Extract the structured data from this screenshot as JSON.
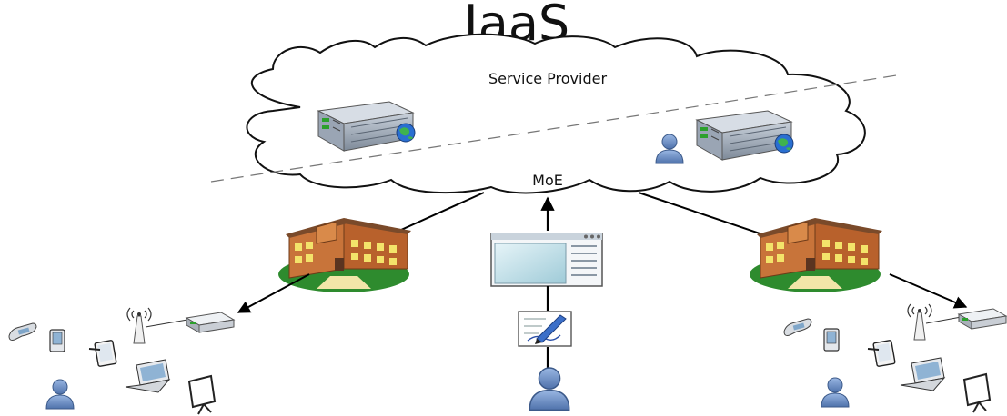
{
  "diagram": {
    "title": "IaaS",
    "cloud_top_label": "Service Provider",
    "cloud_bottom_label": "MoE"
  },
  "icons": {
    "server": "server-icon",
    "globe": "globe-icon",
    "user": "user-icon",
    "school": "school-building-icon",
    "window": "application-window-icon",
    "document": "document-sign-icon",
    "antenna": "wireless-antenna-icon",
    "router": "router-icon",
    "phone": "mobile-phone-icon",
    "pda": "pda-icon",
    "tablet": "tablet-icon",
    "laptop": "laptop-icon",
    "board": "presentation-board-icon"
  },
  "colors": {
    "server_body": "#8a96a6",
    "school_wall": "#c8743a",
    "school_roof": "#7a4a2a",
    "lawn": "#2e8b2e",
    "user": "#6a8fc7",
    "window_pane": "#bfe0ea"
  }
}
